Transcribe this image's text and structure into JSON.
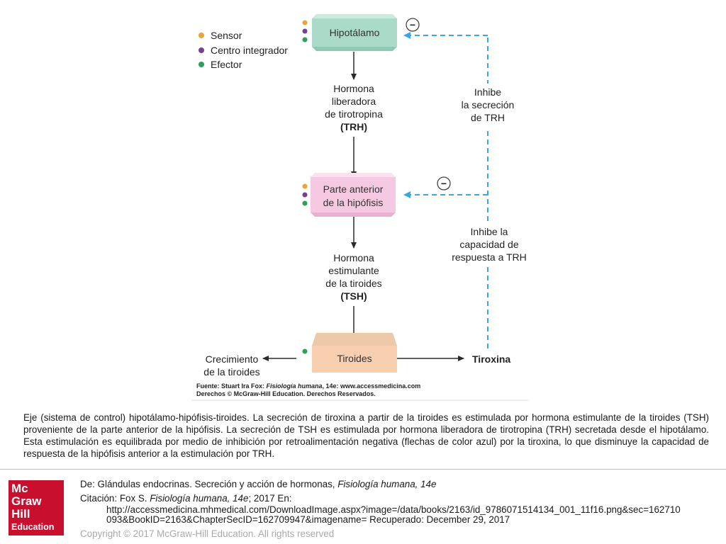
{
  "legend": [
    {
      "label": "Sensor",
      "color": "#e8a33d"
    },
    {
      "label": "Centro integrador",
      "color": "#7a3e93"
    },
    {
      "label": "Efector",
      "color": "#2e9e5b"
    }
  ],
  "nodes": {
    "hipotalamo": "Hipotálamo",
    "hipofisis": [
      "Parte anterior",
      "de la hipófisis"
    ],
    "tiroides": "Tiroides"
  },
  "colors": {
    "hipotalamo_fill": "#a9dbc8",
    "hipofisis_fill": "#f6c9e2",
    "tiroides_fill": "#f7cfae",
    "feedback_arrow": "#3aa7e0",
    "inhibit_circle": "#444444"
  },
  "signals": {
    "trh": [
      "Hormona",
      "liberadora",
      "de tirotropina"
    ],
    "trh_abbr": "(TRH)",
    "tsh": [
      "Hormona",
      "estimulante",
      "de la tiroides"
    ],
    "tsh_abbr": "(TSH)",
    "crecimiento": [
      "Crecimiento",
      "de la tiroides"
    ],
    "tiroxina": "Tiroxina"
  },
  "feedback": {
    "inhibe_trh": [
      "Inhibe",
      "la secreción",
      "de TRH"
    ],
    "inhibe_respuesta": [
      "Inhibe la",
      "capacidad de",
      "respuesta a TRH"
    ],
    "inhibit_symbol": "−"
  },
  "source": {
    "line1_prefix": "Fuente: Stuart Ira Fox: ",
    "line1_italic": "Fisiología humana",
    "line1_suffix": ", 14e: www.accessmedicina.com",
    "line2": "Derechos © McGraw-Hill Education. Derechos Reservados."
  },
  "caption": "Eje (sistema de control) hipotálamo-hipófisis-tiroides. La secreción de tiroxina a partir de la tiroides es estimulada por hormona estimulante de la tiroides (TSH) proveniente de la parte anterior de la hipófisis. La secreción de TSH es estimulada por hormona liberadora de tirotropina (TRH) secretada desde el hipotálamo. Esta estimulación es equilibrada por medio de inhibición por retroalimentación negativa (flechas de color azul) por la tiroxina, lo que disminuye la capacidad de respuesta de la hipófisis anterior a la estimulación por TRH.",
  "logo": [
    "Mc",
    "Graw",
    "Hill",
    "Education"
  ],
  "footer": {
    "de_prefix": "De: Glándulas endocrinas. Secreción y acción de hormonas, ",
    "de_italic": "Fisiología humana, 14e",
    "citacion_prefix": "Citación: Fox S. ",
    "citacion_italic": "Fisiología humana, 14e",
    "citacion_suffix": "; 2017 En:",
    "url_line1": "http://accessmedicina.mhmedical.com/DownloadImage.aspx?image=/data/books/2163/id_9786071514134_001_11f16.png&sec=162710",
    "url_line2": "093&BookID=2163&ChapterSecID=162709947&imagename= Recuperado: December 29, 2017",
    "copyright": "Copyright © 2017 McGraw-Hill Education. All rights reserved"
  }
}
